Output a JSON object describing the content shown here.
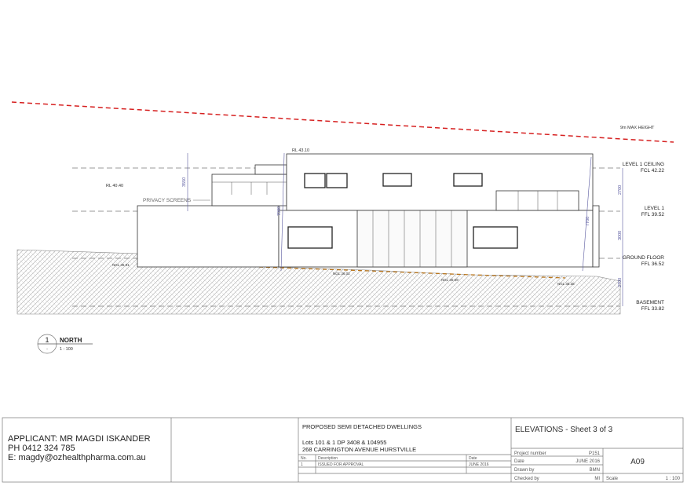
{
  "drawing": {
    "max_height_label": "9m MAX HEIGHT",
    "rl_top": "RL 43.10",
    "rl_left": "RL 40.40",
    "privacy_screens": "PRIVACY SCREENS",
    "dims": {
      "d3550": "3550",
      "d7080": "7080",
      "d7700": "7700",
      "d2700a": "2700",
      "d3000": "3000",
      "d2700b": "2700"
    },
    "ngl": [
      "NGL 36.91",
      "NGL 36.02",
      "NGL 35.69",
      "NGL 35.35"
    ],
    "levels": [
      {
        "name": "LEVEL 1 CEILING",
        "value": "FCL 42.22"
      },
      {
        "name": "LEVEL 1",
        "value": "FFL 39.52"
      },
      {
        "name": "GROUND FLOOR",
        "value": "FFL 36.52"
      },
      {
        "name": "BASEMENT",
        "value": "FFL 33.82"
      }
    ],
    "view_number": "1",
    "view_sub": "-",
    "view_title": "NORTH",
    "view_scale": "1 : 100"
  },
  "title_block": {
    "applicant": "APPLICANT: MR MAGDI ISKANDER",
    "phone": "PH 0412 324 785",
    "email": "E: magdy@ozhealthpharma.com.au",
    "project": "PROPOSED SEMI DETACHED DWELLINGS",
    "lots": "Lots 101 & 1 DP 3408 & 104955",
    "address": "268 CARRINGTON AVENUE HURSTVILLE",
    "rev_headers": {
      "no": "No.",
      "description": "Description",
      "date": "Date"
    },
    "revisions": [
      {
        "no": "1",
        "description": "ISSUED FOR APPROVAL",
        "date": "JUNE 2016"
      }
    ],
    "sheet_title": "ELEVATIONS - Sheet 3 of 3",
    "project_number_label": "Project number",
    "project_number": "P151",
    "date_label": "Date",
    "date": "JUNE 2016",
    "drawn_by_label": "Drawn by",
    "drawn_by": "BMN",
    "checked_by_label": "Checked by",
    "checked_by": "MI",
    "sheet_number": "A09",
    "scale_label": "Scale",
    "scale": "1 : 100"
  }
}
